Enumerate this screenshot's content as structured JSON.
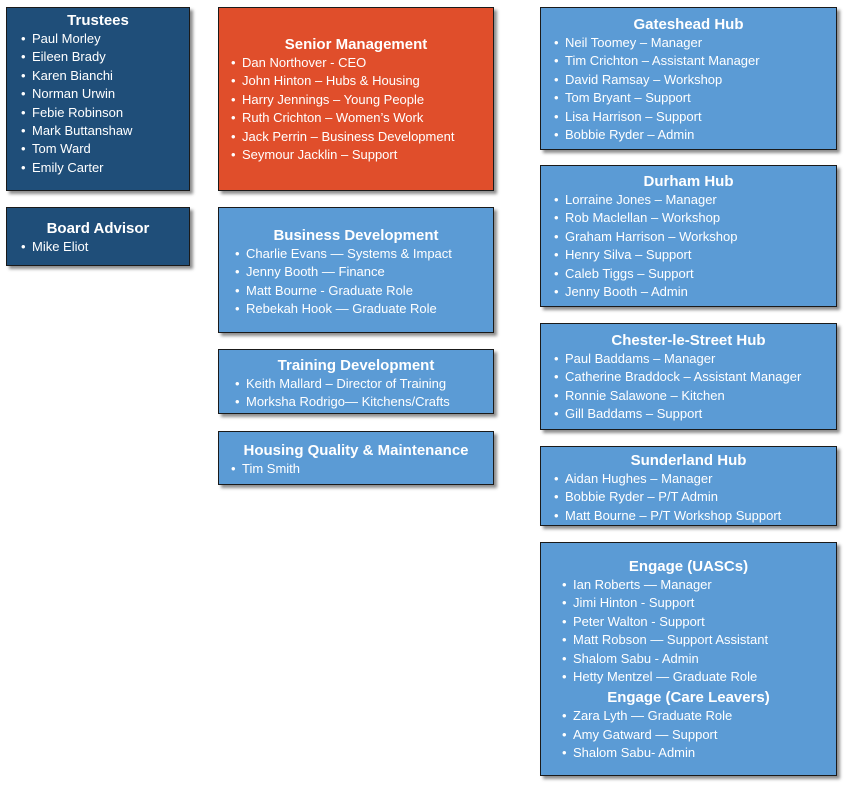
{
  "trustees": {
    "title": "Trustees",
    "members": [
      "Paul Morley",
      "Eileen Brady",
      "Karen Bianchi",
      "Norman Urwin",
      "Febie Robinson",
      "Mark Buttanshaw",
      "Tom Ward",
      "Emily Carter"
    ]
  },
  "board_advisor": {
    "title": "Board Advisor",
    "members": [
      "Mike Eliot"
    ]
  },
  "senior_management": {
    "title": "Senior Management",
    "members": [
      "Dan Northover - CEO",
      "John Hinton – Hubs & Housing",
      "Harry Jennings – Young People",
      "Ruth Crichton – Women’s Work",
      "Jack Perrin – Business Development",
      "Seymour Jacklin – Support"
    ]
  },
  "business_development": {
    "title": "Business Development",
    "members": [
      "Charlie Evans — Systems & Impact",
      "Jenny Booth — Finance",
      "Matt Bourne - Graduate Role",
      "Rebekah Hook — Graduate Role"
    ]
  },
  "training_development": {
    "title": "Training Development",
    "members": [
      "Keith Mallard – Director of Training",
      "Morksha Rodrigo— Kitchens/Crafts"
    ]
  },
  "housing_quality": {
    "title": "Housing Quality & Maintenance",
    "members": [
      "Tim Smith"
    ]
  },
  "gateshead_hub": {
    "title": "Gateshead Hub",
    "members": [
      "Neil Toomey – Manager",
      "Tim Crichton – Assistant Manager",
      "David Ramsay – Workshop",
      "Tom Bryant – Support",
      "Lisa Harrison – Support",
      "Bobbie Ryder – Admin"
    ]
  },
  "durham_hub": {
    "title": "Durham Hub",
    "members": [
      "Lorraine Jones – Manager",
      "Rob Maclellan – Workshop",
      "Graham Harrison – Workshop",
      "Henry Silva – Support",
      "Caleb Tiggs – Support",
      "Jenny Booth – Admin"
    ]
  },
  "chester_le_street_hub": {
    "title": "Chester-le-Street Hub",
    "members": [
      "Paul Baddams – Manager",
      "Catherine Braddock – Assistant Manager",
      "Ronnie Salawone – Kitchen",
      "Gill Baddams – Support"
    ]
  },
  "sunderland_hub": {
    "title": "Sunderland Hub",
    "members": [
      "Aidan Hughes – Manager",
      "Bobbie Ryder – P/T Admin",
      "Matt Bourne – P/T Workshop Support"
    ]
  },
  "engage_uascs": {
    "title": "Engage (UASCs)",
    "members": [
      "Ian Roberts — Manager",
      "Jimi Hinton - Support",
      "Peter Walton - Support",
      "Matt Robson — Support Assistant",
      "Shalom Sabu - Admin",
      "Hetty Mentzel — Graduate Role"
    ]
  },
  "engage_care_leavers": {
    "title": "Engage (Care Leavers)",
    "members": [
      "Zara Lyth — Graduate Role",
      "Amy Gatward — Support",
      "Shalom Sabu- Admin"
    ]
  },
  "colors": {
    "dark_blue": "#1f4e79",
    "orange": "#e04e2b",
    "light_blue": "#5b9bd5"
  }
}
